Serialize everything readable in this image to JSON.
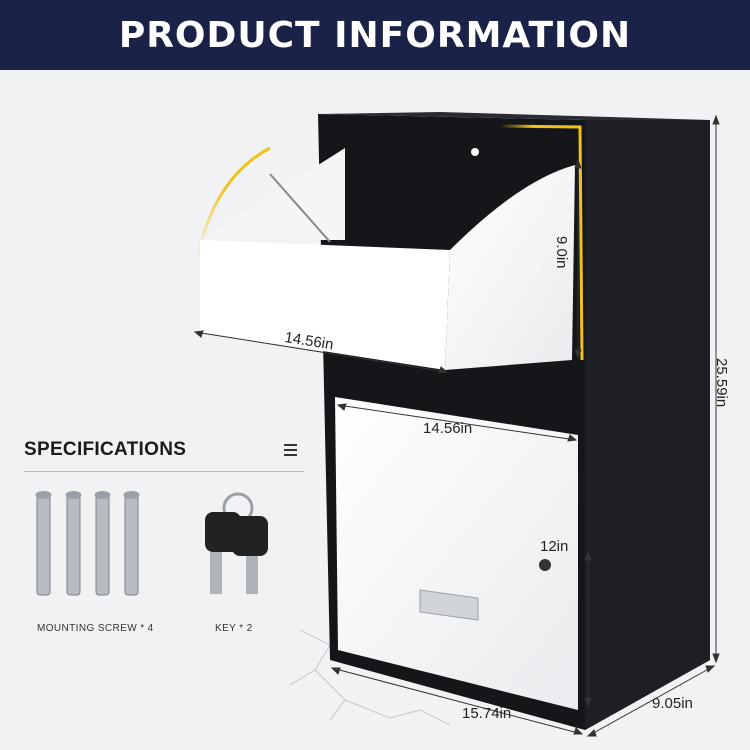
{
  "header": {
    "title": "PRODUCT INFORMATION"
  },
  "specifications": {
    "title": "SPECIFICATIONS",
    "items": [
      {
        "label": "MOUNTING SCREW * 4",
        "icon": "mounting-screw-icon"
      },
      {
        "label": "KEY * 2",
        "icon": "key-icon"
      }
    ]
  },
  "dimensions": {
    "top_width": "14.56in",
    "top_height": "9.0in",
    "door_width": "14.56in",
    "total_height": "25.59in",
    "door_height": "12in",
    "base_width": "15.74in",
    "depth": "9.05in"
  },
  "colors": {
    "header_bg": "#1a2347",
    "body": "#15161a",
    "panel": "#ffffff",
    "accent": "#f2c21b"
  }
}
